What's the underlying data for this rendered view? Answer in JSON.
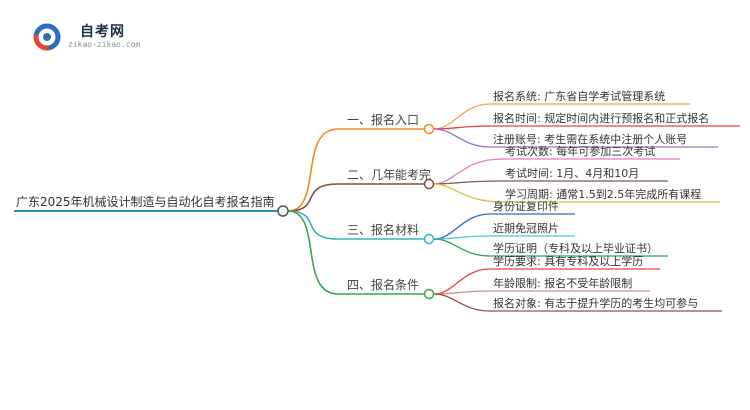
{
  "logo": {
    "title": "自考网",
    "url": "zikao-zikao.com"
  },
  "root": {
    "label": "广东2025年机械设计制造与自动化自考报名指南"
  },
  "branches": [
    {
      "label": "一、报名入口",
      "color": "#f08a1c",
      "leaves": [
        {
          "text": "报名系统: 广东省自学考试管理系统",
          "color": "#f5a24a"
        },
        {
          "text": "报名时间: 规定时间内进行预报名和正式报名",
          "color": "#e64545"
        },
        {
          "text": "注册账号: 考生需在系统中注册个人账号",
          "color": "#9b6fd1"
        }
      ]
    },
    {
      "label": "二、几年能考完",
      "color": "#8c4a3c",
      "leaves": [
        {
          "text": "考试次数: 每年可参加三次考试",
          "color": "#e87ab8"
        },
        {
          "text": "考试时间: 1月、4月和10月",
          "color": "#7a5a4a"
        },
        {
          "text": "学习周期: 通常1.5到2.5年完成所有课程",
          "color": "#d9c03a"
        }
      ]
    },
    {
      "label": "三、报名材料",
      "color": "#33b5c9",
      "leaves": [
        {
          "text": "身份证复印件",
          "color": "#2f6fb5"
        },
        {
          "text": "近期免冠照片",
          "color": "#4fc7e0"
        },
        {
          "text": "学历证明（专科及以上毕业证书）",
          "color": "#2e9e5a"
        }
      ]
    },
    {
      "label": "四、报名条件",
      "color": "#3aa84a",
      "leaves": [
        {
          "text": "学历要求: 具有专科及以上学历",
          "color": "#e64545"
        },
        {
          "text": "年龄限制: 报名不受年龄限制",
          "color": "#d98a8a"
        },
        {
          "text": "报名对象: 有志于提升学历的考生均可参与",
          "color": "#9b4a4a"
        }
      ]
    }
  ]
}
